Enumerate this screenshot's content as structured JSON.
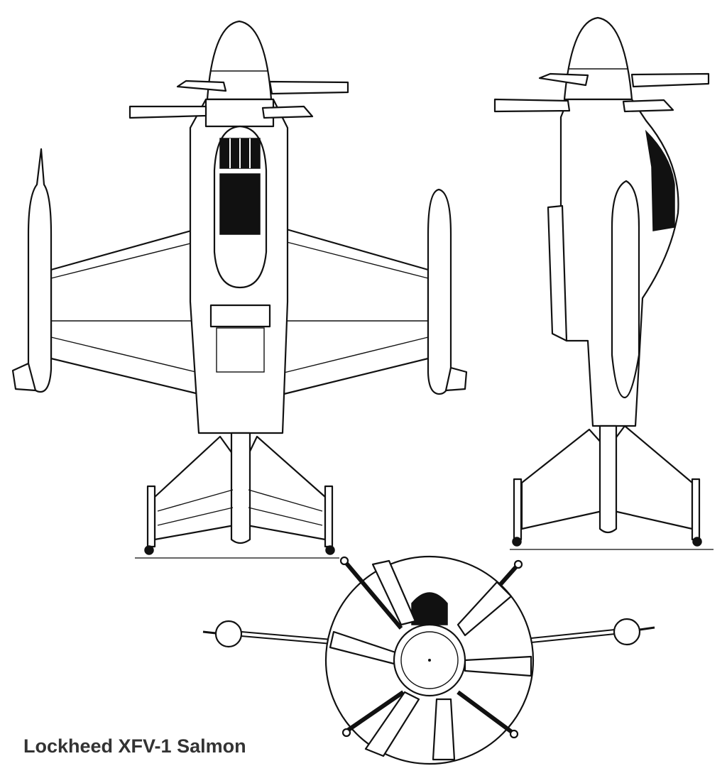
{
  "caption": "Lockheed XFV-1 Salmon",
  "views": [
    "front-view",
    "side-view",
    "bottom-view"
  ],
  "colors": {
    "line": "#111111",
    "caption": "#333333",
    "background": "#ffffff"
  }
}
